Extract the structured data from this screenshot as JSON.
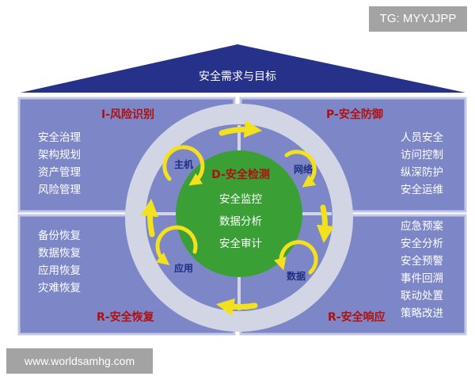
{
  "watermarks": {
    "top_right": "TG: MYYJJPP",
    "bottom_left": "www.worldsamhg.com"
  },
  "roof": {
    "title": "安全需求与目标"
  },
  "quadrants": {
    "identify": {
      "title": "I-风险识别",
      "items": [
        "安全治理",
        "架构规划",
        "资产管理",
        "风险管理"
      ]
    },
    "protect": {
      "title": "P-安全防御",
      "items": [
        "人员安全",
        "访问控制",
        "纵深防护",
        "安全运维"
      ]
    },
    "recover": {
      "title": "R-安全恢复",
      "items": [
        "备份恢复",
        "数据恢复",
        "应用恢复",
        "灾难恢复"
      ]
    },
    "respond": {
      "title": "R-安全响应",
      "items": [
        "应急预案",
        "安全分析",
        "安全预警",
        "事件回溯",
        "联动处置",
        "策略改进"
      ]
    }
  },
  "center": {
    "title": "D-安全检测",
    "items": [
      "安全监控",
      "数据分析",
      "安全审计"
    ]
  },
  "cycle_labels": {
    "host": "主机",
    "network": "网络",
    "application": "应用",
    "data": "数据"
  },
  "colors": {
    "roof": "#26328a",
    "panel_fill": "#7d87c8",
    "panel_border": "#c3c8e6",
    "ring": "#d2d5e4",
    "center_circle": "#3aa035",
    "arrow": "#f2e11c",
    "quad_title": "#b01010",
    "cycle_label": "#1e2f80",
    "watermark_bg": "#a3a3a3"
  },
  "icons": [
    "cycle-arrow-icon"
  ]
}
